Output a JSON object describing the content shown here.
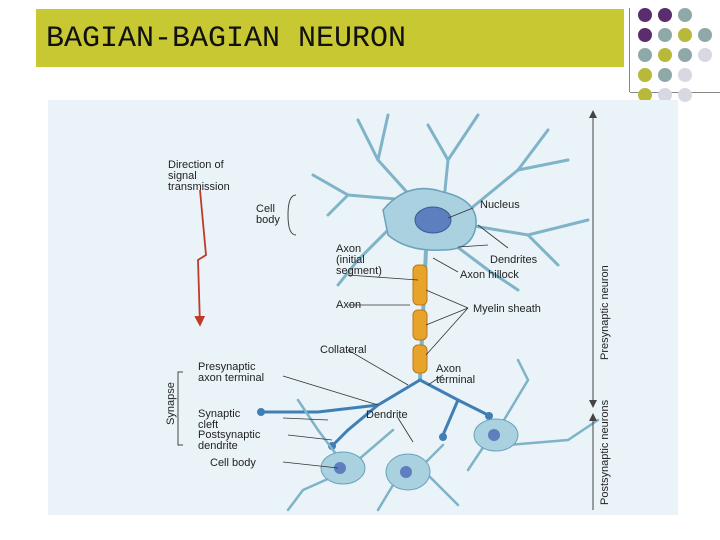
{
  "slide": {
    "title": "BAGIAN-BAGIAN NEURON",
    "accent_color": "#c8c832",
    "dot_colors": {
      "purple": "#5a2d6e",
      "gray": "#8fa8a8",
      "olive": "#b8b83a",
      "light": "#d8d8e2"
    }
  },
  "diagram": {
    "labels": {
      "direction": [
        "Direction of",
        "signal",
        "transmission"
      ],
      "cell_body_top": [
        "Cell",
        "body"
      ],
      "nucleus": "Nucleus",
      "axon_initial": [
        "Axon",
        "(initial",
        "segment)"
      ],
      "dendrites": "Dendrites",
      "axon_hillock": "Axon hillock",
      "axon": "Axon",
      "myelin": "Myelin sheath",
      "collateral": "Collateral",
      "presynaptic": [
        "Presynaptic",
        "axon terminal"
      ],
      "axon_terminal": [
        "Axon",
        "terminal"
      ],
      "synapse": "Synapse",
      "synaptic_cleft": [
        "Synaptic",
        "cleft"
      ],
      "postsynaptic": [
        "Postsynaptic",
        "dendrite"
      ],
      "dendrite": "Dendrite",
      "cell_body_bottom": "Cell body",
      "presynaptic_neuron": "Presynaptic neuron",
      "postsynaptic_neurons": "Postsynaptic neurons"
    }
  }
}
